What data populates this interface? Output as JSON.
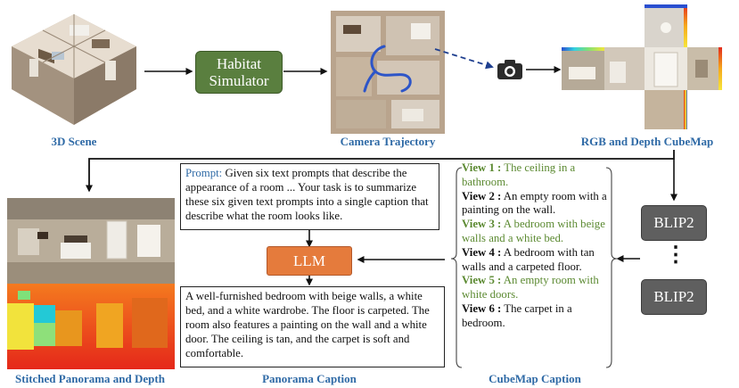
{
  "labels": {
    "scene": "3D Scene",
    "trajectory": "Camera Trajectory",
    "cubemap": "RGB and Depth CubeMap",
    "stitched": "Stitched Panorama and Depth",
    "panorama_caption": "Panorama Caption",
    "cubemap_caption": "CubeMap Caption"
  },
  "nodes": {
    "habitat": [
      "Habitat",
      "Simulator"
    ],
    "llm": "LLM",
    "blip_top": "BLIP2",
    "blip_bottom": "BLIP2",
    "dots": "⋮"
  },
  "prompt": {
    "key": "Prompt:",
    "text": " Given six text prompts that describe the appearance of a room ... Your task is to summarize these six given text prompts into a single caption that describe what the room looks like."
  },
  "panorama_text": "A well-furnished bedroom with beige walls, a white bed, and a white wardrobe. The floor is carpeted. The room also features a painting on the wall and a white door. The ceiling is tan, and the carpet is soft and comfortable.",
  "views": [
    {
      "key": "View 1 :",
      "text": " The ceiling in a bathroom.",
      "tone": "green"
    },
    {
      "key": "View 2 :",
      "text": " An empty room with a painting on the wall.",
      "tone": "black"
    },
    {
      "key": "View 3 :",
      "text": " A bedroom with beige walls and a white bed.",
      "tone": "green"
    },
    {
      "key": "View 4 :",
      "text": " A bedroom with tan walls and a carpeted floor.",
      "tone": "black"
    },
    {
      "key": "View 5 :",
      "text": " An empty room with white doors.",
      "tone": "green"
    },
    {
      "key": "View 6 :",
      "text": " The carpet in a bedroom.",
      "tone": "black"
    }
  ],
  "colors": {
    "label_blue": "#2f6aa6",
    "view_green": "#5c8a32",
    "habitat_green": "#5a7f3f",
    "llm_orange": "#e57b3c",
    "blip_gray": "#5f5f5f"
  },
  "icons": [
    "camera-icon"
  ]
}
